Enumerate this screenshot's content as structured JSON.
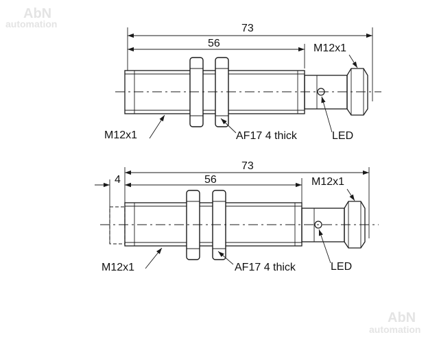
{
  "watermark": {
    "brand": "AbN",
    "tagline": "automation"
  },
  "drawings": [
    {
      "overall_length": "73",
      "thread_length": "56",
      "connector_thread": "M12x1",
      "body_thread": "M12x1",
      "nut_spec": "AF17 4 thick",
      "led_label": "LED"
    },
    {
      "overall_length": "73",
      "thread_length": "56",
      "offset": "4",
      "connector_thread": "M12x1",
      "body_thread": "M12x1",
      "nut_spec": "AF17 4 thick",
      "led_label": "LED"
    }
  ]
}
